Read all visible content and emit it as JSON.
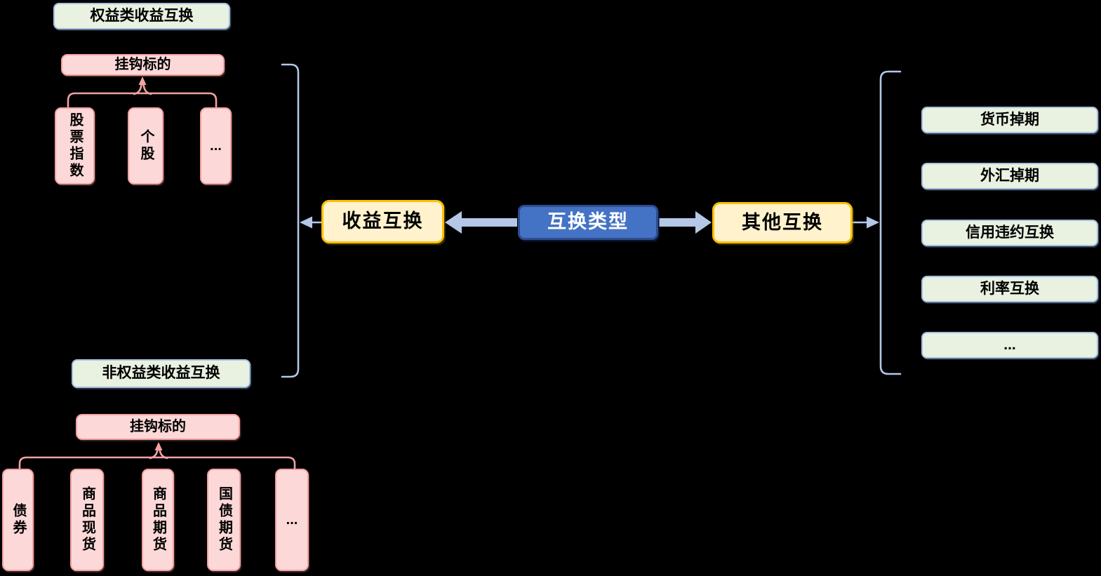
{
  "colors": {
    "page_bg": "#000000",
    "green_fill": "#E9F1E1",
    "green_border": "#A5BFE0",
    "pink_fill": "#FCD8D8",
    "pink_border": "#F2A2A2",
    "yellow_fill": "#FFF2CC",
    "yellow_border": "#FFC000",
    "blue_fill": "#4472C4",
    "blue_border": "#2E4D8E",
    "connector_blue": "#B4C7E7",
    "connector_pink": "#F2A2A2",
    "center_text": "#FFFFFF",
    "node_text": "#000000"
  },
  "diagram": {
    "center_node": {
      "label": "互换类型"
    },
    "return_swap_node": {
      "label": "收益互换"
    },
    "other_swap_node": {
      "label": "其他互换"
    },
    "equity_group": {
      "title": "权益类收益互换",
      "underlying_label": "挂钩标的",
      "underlyings": [
        "股票指数",
        "个股",
        "..."
      ]
    },
    "non_equity_group": {
      "title": "非权益类收益互换",
      "underlying_label": "挂钩标的",
      "underlyings": [
        "债券",
        "商品现货",
        "商品期货",
        "国债期货",
        "..."
      ]
    },
    "other_swap_types": [
      "货币掉期",
      "外汇掉期",
      "信用违约互换",
      "利率互换",
      "..."
    ]
  }
}
